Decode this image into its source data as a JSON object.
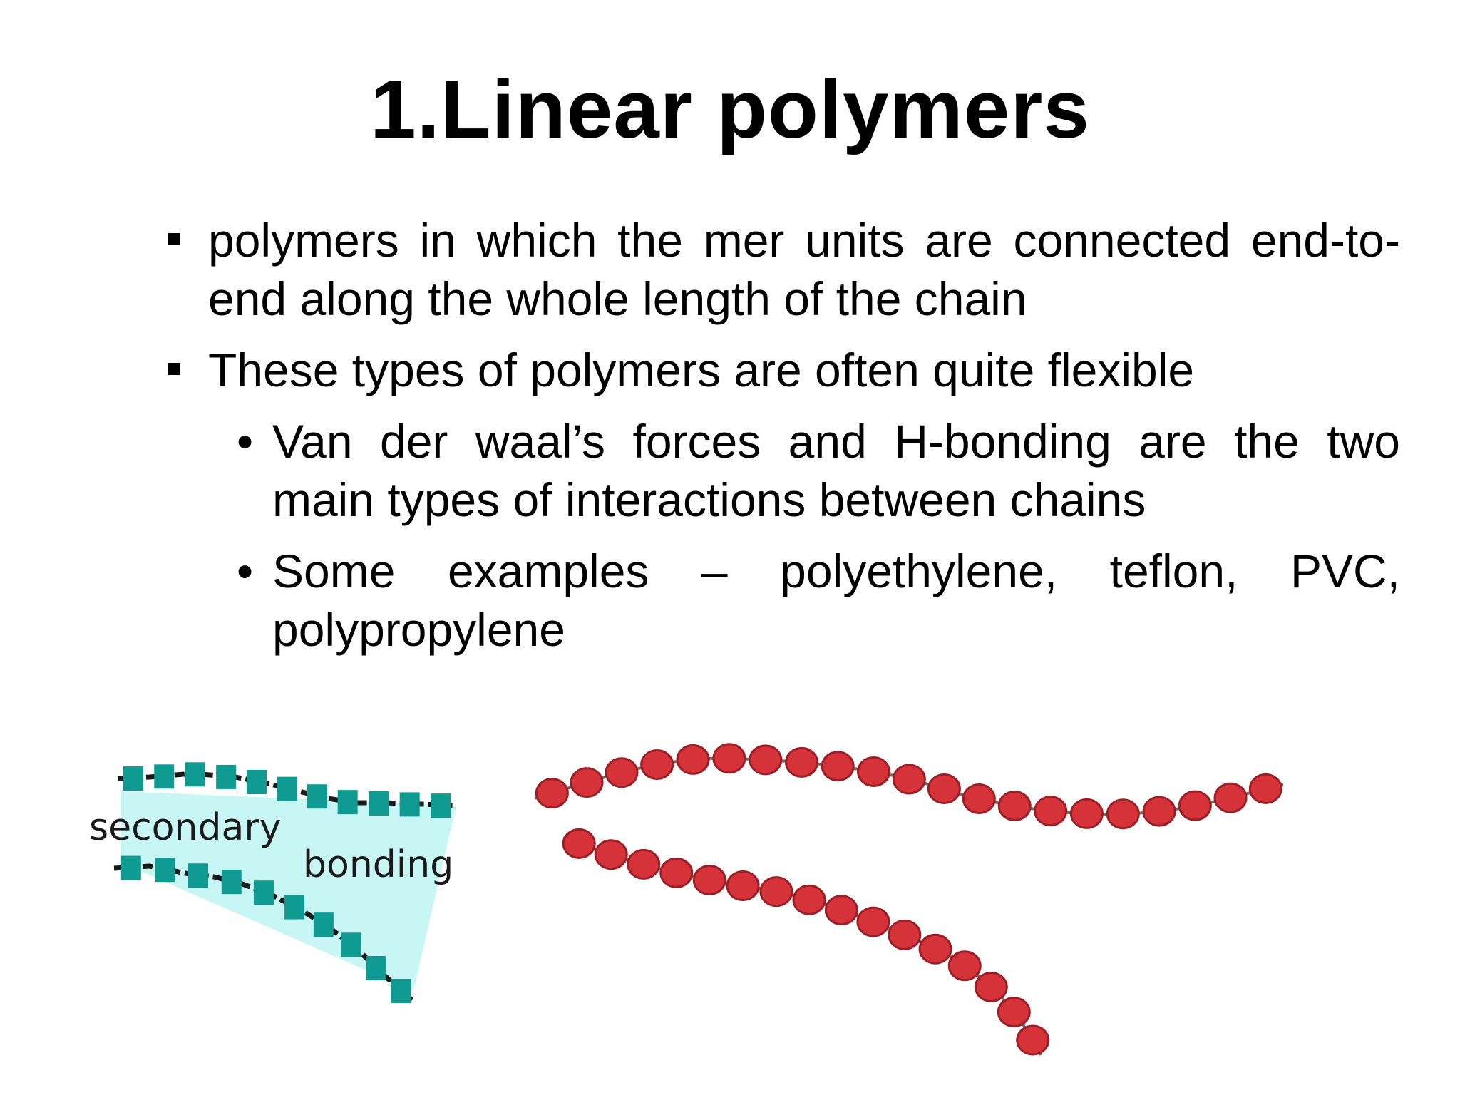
{
  "slide": {
    "title": "1.Linear polymers",
    "bullets": [
      {
        "level": 1,
        "text": "polymers in which the mer units are connected end-to-end along the whole length of the chain"
      },
      {
        "level": 1,
        "text": "These types of polymers are often quite flexible"
      },
      {
        "level": 2,
        "text": "Van der waal’s forces and H-bonding are the two main types of interactions between chains"
      },
      {
        "level": 2,
        "text": "Some examples – polyethylene, teflon, PVC, polypropylene"
      }
    ]
  },
  "figure_left": {
    "label_secondary": "secondary",
    "label_bonding": "bonding",
    "colors": {
      "fill": "#c8f6f4",
      "unit": "#0f9a92",
      "chain": "#1a1a1a"
    }
  },
  "figure_right": {
    "colors": {
      "bead": "#d6323a",
      "bead_stroke": "#9c1f25",
      "chain": "#6b6b6b"
    }
  }
}
